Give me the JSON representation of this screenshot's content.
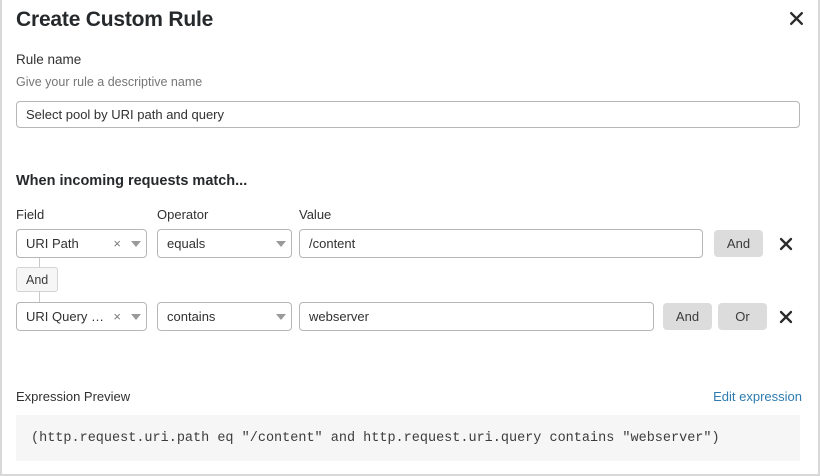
{
  "dialog": {
    "title": "Create Custom Rule",
    "close_icon": "close-icon"
  },
  "rule_name": {
    "label": "Rule name",
    "sublabel": "Give your rule a descriptive name",
    "value": "Select pool by URI path and query",
    "placeholder": "Select pool by URI path and query"
  },
  "match_section": {
    "heading": "When incoming requests match...",
    "columns": {
      "field": "Field",
      "operator": "Operator",
      "value": "Value"
    },
    "connector": {
      "label": "And"
    },
    "rows": [
      {
        "field": "URI Path",
        "clear_icon": "×",
        "operator": "equals",
        "value": "/content",
        "buttons": [
          "And"
        ],
        "remove_icon": "close-icon"
      },
      {
        "field": "URI Query St...",
        "clear_icon": "×",
        "operator": "contains",
        "value": "webserver",
        "buttons": [
          "And",
          "Or"
        ],
        "remove_icon": "close-icon"
      }
    ]
  },
  "expression_preview": {
    "label": "Expression Preview",
    "edit_link": "Edit expression",
    "code": "(http.request.uri.path eq \"/content\" and http.request.uri.query contains \"webserver\")"
  },
  "colors": {
    "accent_link": "#2d7cb0",
    "button_bg": "#dcdcdc",
    "code_bg": "#f6f6f6",
    "border": "#b6b6b6"
  }
}
